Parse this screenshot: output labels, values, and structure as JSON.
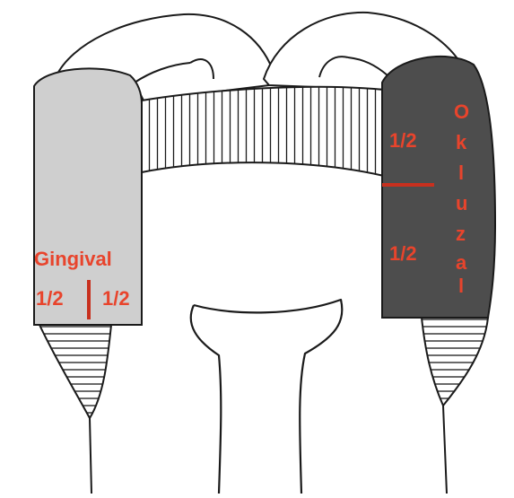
{
  "labels": {
    "gingival": "Gingival",
    "gingival_left_half": "1/2",
    "gingival_right_half": "1/2",
    "occlusal_upper_half": "1/2",
    "occlusal_lower_half": "1/2",
    "occlusal_letters": [
      "O",
      "k",
      "l",
      "u",
      "z",
      "a",
      "l"
    ]
  },
  "colors": {
    "label_red": "#e8442c",
    "divider_red": "#c8301e",
    "gingival_fill": "#cfcfcf",
    "occlusal_fill": "#4d4d4d",
    "outline": "#1a1a1a",
    "background": "#ffffff"
  }
}
